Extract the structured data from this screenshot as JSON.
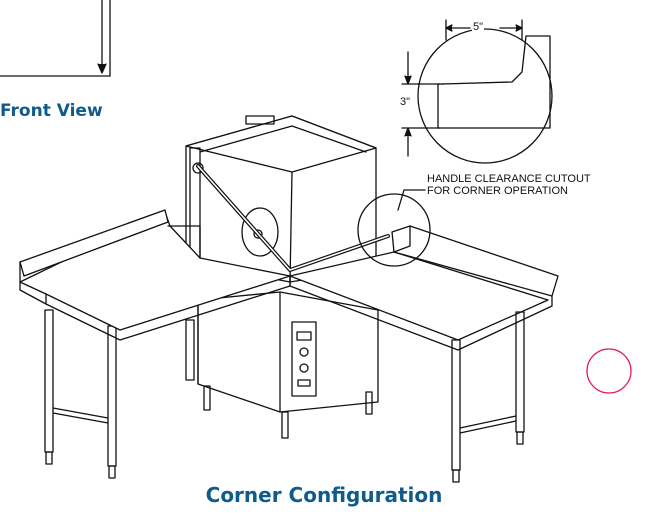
{
  "captions": {
    "front_view": "Front View",
    "corner_configuration": "Corner Configuration"
  },
  "detail": {
    "width_dimension": "5\"",
    "height_dimension": "3\"",
    "note_line1": "HANDLE CLEARANCE CUTOUT",
    "note_line2": "FOR CORNER OPERATION"
  },
  "colors": {
    "caption": "#0f5c8c",
    "line": "#111111",
    "marker": "#e5196b"
  }
}
